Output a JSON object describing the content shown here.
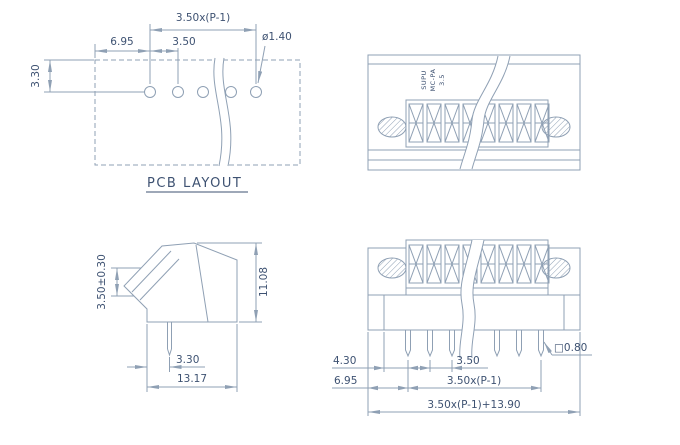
{
  "colors": {
    "line": "#8fa0b4",
    "text": "#3e5272"
  },
  "pcb": {
    "label": "PCB LAYOUT",
    "dim_span": "3.50x(P-1)",
    "dim_edge": "6.95",
    "dim_pitch": "3.50",
    "dim_hole": "ø1.40",
    "dim_row": "3.30"
  },
  "rear_view": {
    "brand1": "SUPU",
    "brand2": "MC-PA",
    "brand3": "3.5"
  },
  "side_view": {
    "dim_tol": "3.50±0.30",
    "dim_height": "11.08",
    "dim_pin_offset": "3.30",
    "dim_depth": "13.17"
  },
  "front_view": {
    "dim_inner": "4.30",
    "dim_pitch": "3.50",
    "dim_edge": "6.95",
    "dim_span": "3.50x(P-1)",
    "dim_pin_sq": "□0.80",
    "dim_total": "3.50x(P-1)+13.90"
  }
}
